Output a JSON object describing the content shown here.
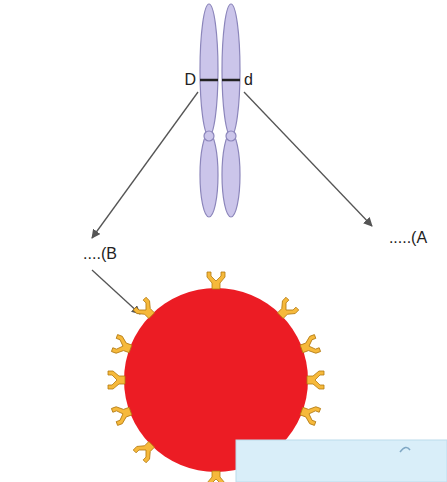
{
  "diagram": {
    "labels": [
      "D",
      "d",
      "....(B",
      ".....(A"
    ]
  }
}
